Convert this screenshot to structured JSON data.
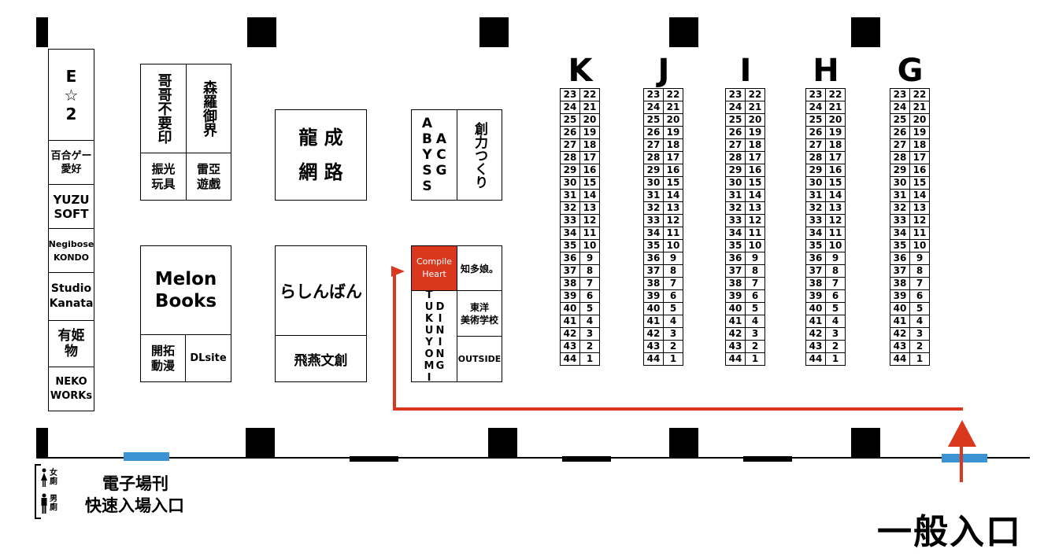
{
  "colors": {
    "accent_red": "#d9381e",
    "entrance_blue": "#3b93d4",
    "booth_highlight": "#d9381e"
  },
  "left_wall_booths": [
    {
      "id": "e2",
      "label": "E\n☆\n2"
    },
    {
      "id": "yuri",
      "label": "百合ゲー\n愛好"
    },
    {
      "id": "yuzusoft",
      "label": "YUZU\nSOFT"
    },
    {
      "id": "negibose",
      "label": "Negibose\nKONDO"
    },
    {
      "id": "kanata",
      "label": "Studio\nKanata"
    },
    {
      "id": "arihime",
      "label": "有姫\n物"
    },
    {
      "id": "nekoworks",
      "label": "NEKO\nWORKs"
    }
  ],
  "booths": {
    "gege": "哥哥不要印",
    "senra": "森羅御界",
    "zhenguang": "振光\n玩具",
    "leiya": "雷亞\n遊戲",
    "longcheng": "龍 成\n網 路",
    "acg": "ACG",
    "abyss": "ABYSS",
    "soryoku": "創力つくり",
    "compile": "Compile\nHeart",
    "chitako": "知多娘。",
    "dining": "DINING",
    "tukuyomi": "TUKUYOMI",
    "toyo": "東洋\n美術学校",
    "outside": "OUTSIDE",
    "melon": "Melon\nBooks",
    "kaituo": "開拓\n動漫",
    "dlsite": "DLsite",
    "rashinban": "らしんばん",
    "feiyan": "飛燕文創"
  },
  "rows": [
    {
      "letter": "K"
    },
    {
      "letter": "J"
    },
    {
      "letter": "I"
    },
    {
      "letter": "H"
    },
    {
      "letter": "G"
    }
  ],
  "row_pairs": [
    [
      "23",
      "22"
    ],
    [
      "24",
      "21"
    ],
    [
      "25",
      "20"
    ],
    [
      "26",
      "19"
    ],
    [
      "27",
      "18"
    ],
    [
      "28",
      "17"
    ],
    [
      "29",
      "16"
    ],
    [
      "30",
      "15"
    ],
    [
      "31",
      "14"
    ],
    [
      "32",
      "13"
    ],
    [
      "33",
      "12"
    ],
    [
      "34",
      "11"
    ],
    [
      "35",
      "10"
    ],
    [
      "36",
      "9"
    ],
    [
      "37",
      "8"
    ],
    [
      "38",
      "7"
    ],
    [
      "39",
      "6"
    ],
    [
      "40",
      "5"
    ],
    [
      "41",
      "4"
    ],
    [
      "42",
      "3"
    ],
    [
      "43",
      "2"
    ],
    [
      "44",
      "1"
    ]
  ],
  "restroom": {
    "female": "女\n廁",
    "male": "男\n廁"
  },
  "fast_entrance": {
    "line1": "電子場刊",
    "line2": "快速入場入口"
  },
  "general_entrance": "一般入口"
}
